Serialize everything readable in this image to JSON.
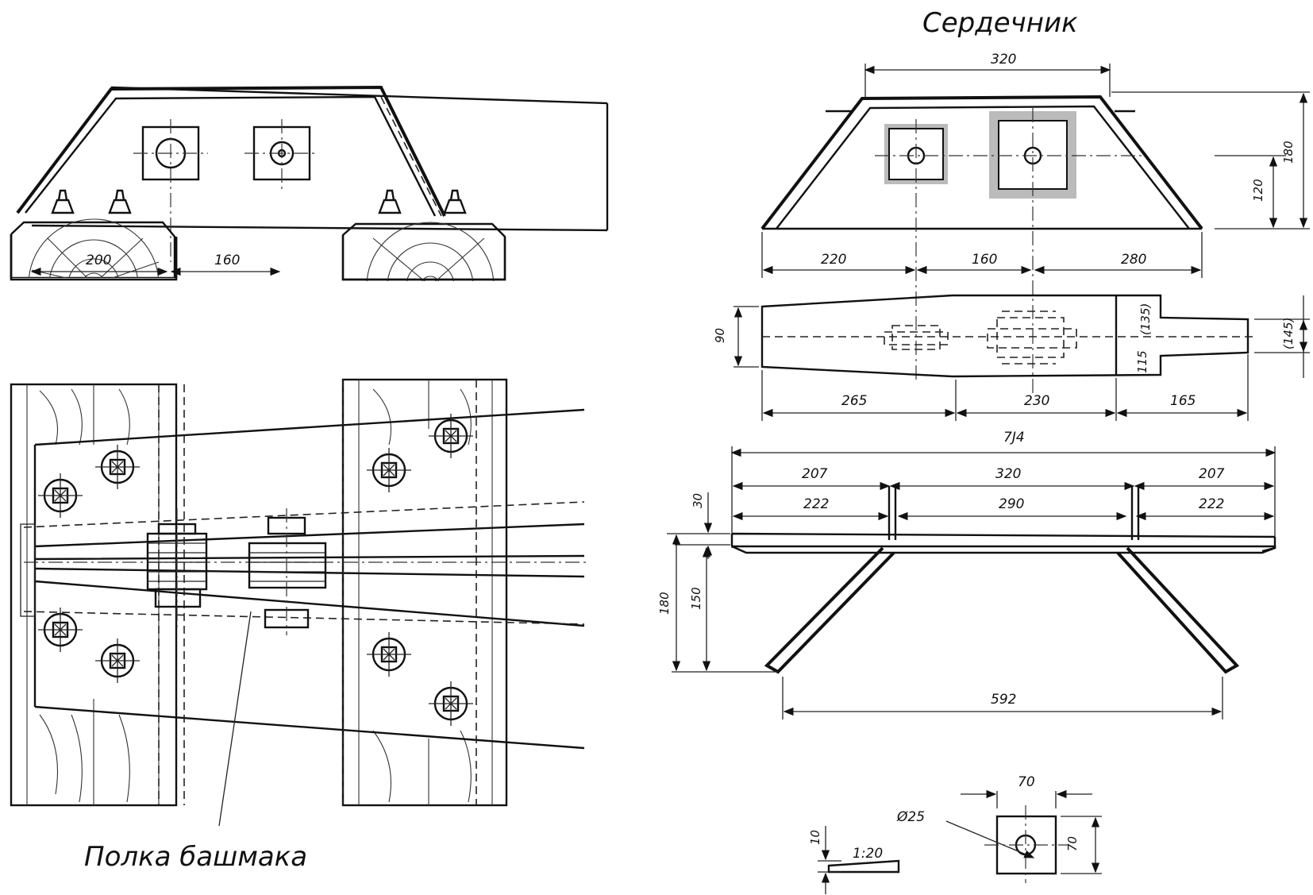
{
  "labels": {
    "core_title": "Сердечник",
    "shelf_caption": "Полка башмака"
  },
  "dims": {
    "left_200": "200",
    "left_160": "160",
    "top_320": "320",
    "right_180": "180",
    "right_120": "120",
    "d_220": "220",
    "d_160": "160",
    "d_280": "280",
    "d_90": "90",
    "d_135": "(135)",
    "d_145": "(145)",
    "d_115": "115",
    "d_265": "265",
    "d_230": "230",
    "d_165": "165",
    "d_734": "7Ј4",
    "d_207a": "207",
    "d_320b": "320",
    "d_207b": "207",
    "d_222a": "222",
    "d_290": "290",
    "d_222b": "222",
    "d_30": "30",
    "d_180b": "180",
    "d_150": "150",
    "d_592": "592",
    "d_70a": "70",
    "d_70b": "70",
    "d_diam": "Ø25",
    "d_10": "10",
    "d_slope": "1:20"
  }
}
